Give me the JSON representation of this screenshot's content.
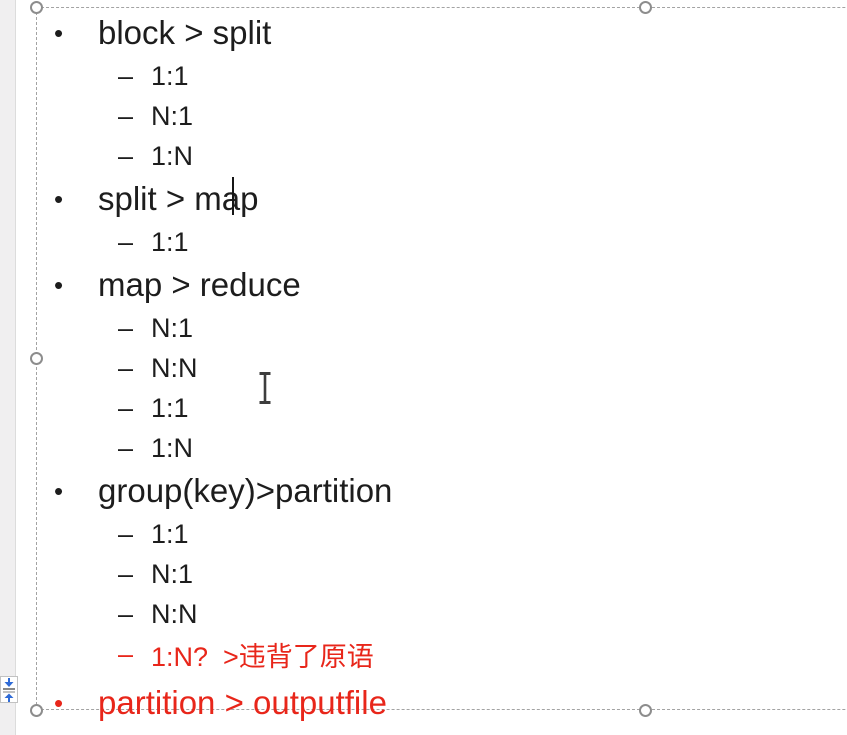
{
  "colors": {
    "red": "#e8261a",
    "text": "#1d1d1d",
    "border": "#a3a3a3",
    "handle_ring": "#8d8d8d",
    "gutter_bg": "#f0eff0",
    "splitter_arrow": "#2f6bd7"
  },
  "textbox": {
    "bullet_level1": "•",
    "bullet_level2": "–",
    "items": [
      {
        "level": 1,
        "text": "block > split",
        "red": false
      },
      {
        "level": 2,
        "text": "1:1",
        "red": false
      },
      {
        "level": 2,
        "text": "N:1",
        "red": false
      },
      {
        "level": 2,
        "text": "1:N",
        "red": false
      },
      {
        "level": 1,
        "text": "split > map",
        "red": false,
        "caret": true
      },
      {
        "level": 2,
        "text": "1:1",
        "red": false
      },
      {
        "level": 1,
        "text": "map > reduce",
        "red": false
      },
      {
        "level": 2,
        "text": "N:1",
        "red": false
      },
      {
        "level": 2,
        "text": "N:N",
        "red": false
      },
      {
        "level": 2,
        "text": "1:1",
        "red": false
      },
      {
        "level": 2,
        "text": "1:N",
        "red": false
      },
      {
        "level": 1,
        "text": "group(key)>partition",
        "red": false
      },
      {
        "level": 2,
        "text": "1:1",
        "red": false
      },
      {
        "level": 2,
        "text": "N:1",
        "red": false
      },
      {
        "level": 2,
        "text": "N:N",
        "red": false
      },
      {
        "level": 2,
        "text": "1:N?  >违背了原语",
        "red": true
      },
      {
        "level": 1,
        "text": "partition > outputfile",
        "red": true,
        "last": true
      }
    ]
  },
  "icons": {
    "splitter": "collapse-pane-splitter",
    "ibeam": "text-select-cursor",
    "handles": "resize-handle"
  }
}
